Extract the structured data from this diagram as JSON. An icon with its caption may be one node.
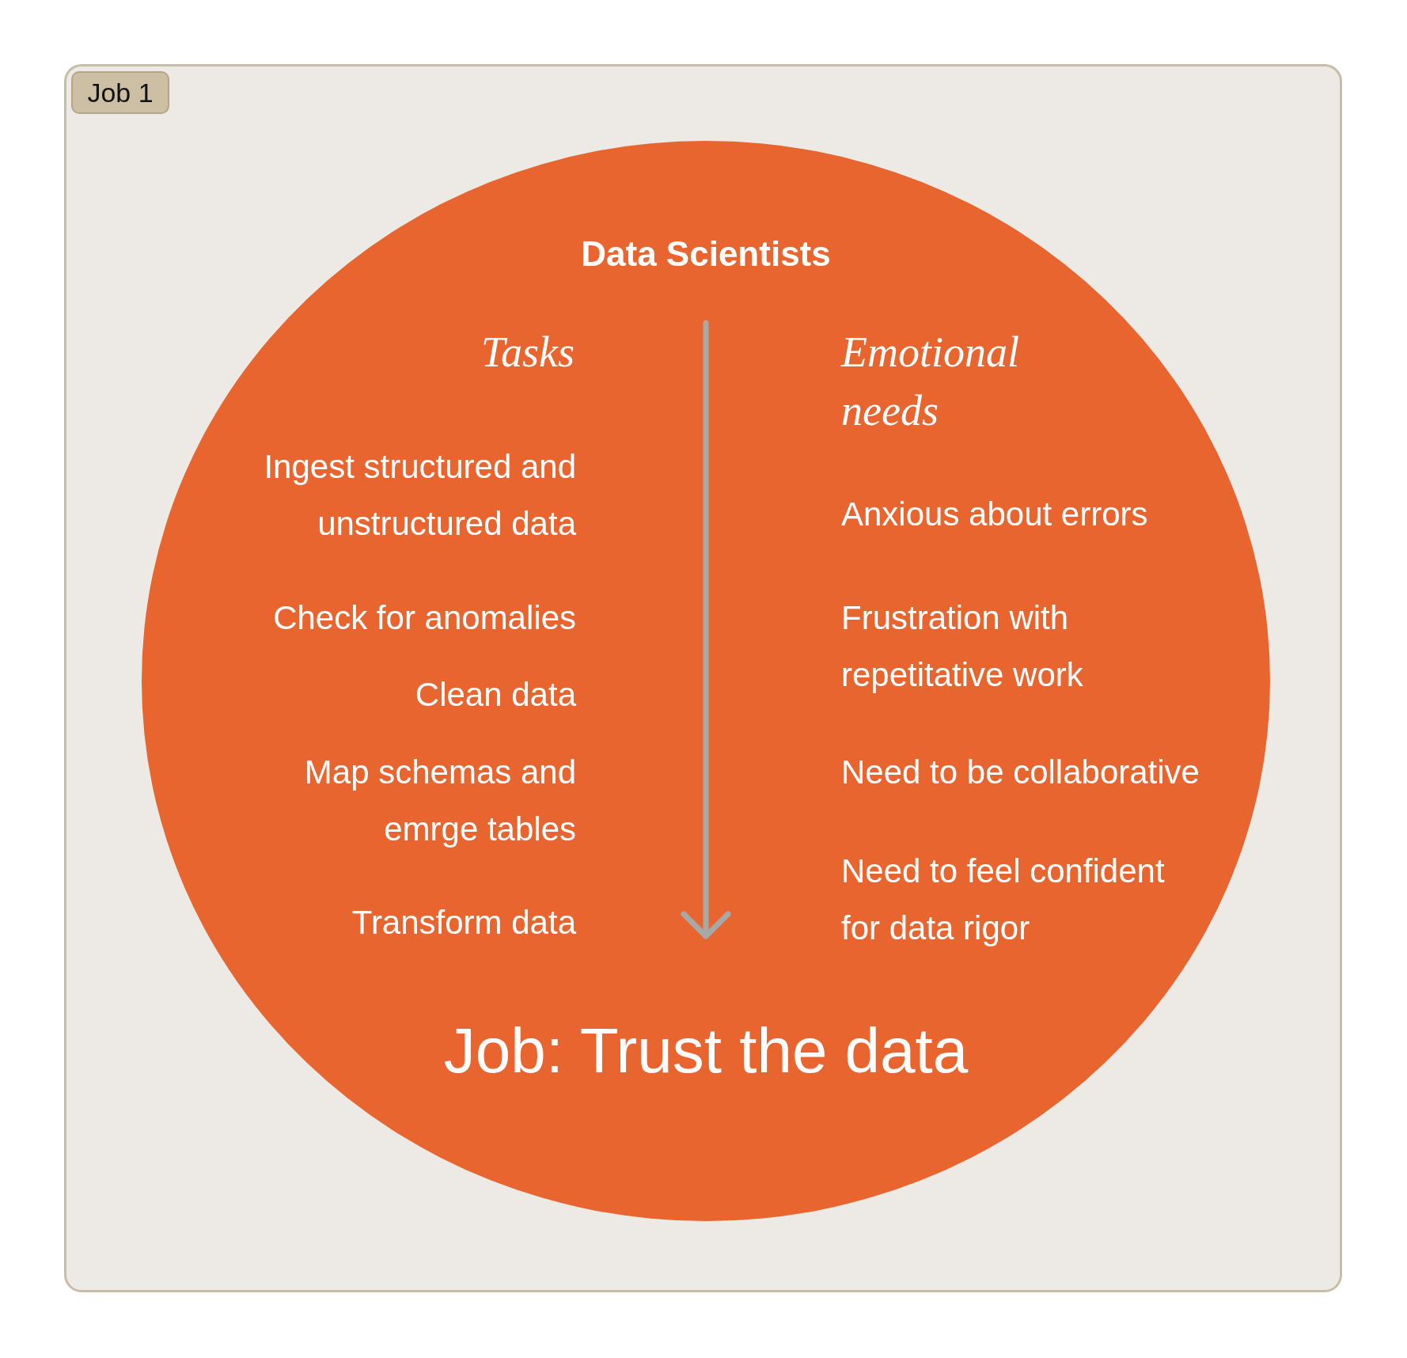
{
  "diagram": {
    "nodes": [
      {
        "text": [],
        "shape": "box"
      },
      {
        "text": [
          "Job 1"
        ],
        "in": 0
      },
      {
        "text": [
          "Data Scientists",
          "Tasks",
          "Emotional needs",
          "Ingest structured and unstructured data",
          "Check for anomalies",
          "Clean data",
          "Map schemas and emrge tables",
          "Transform data",
          "Anxious about errors",
          "Frustration with repetitative work",
          "Need to be collaborative",
          "Need to feel confident for data rigor",
          "Job: Trust the data"
        ],
        "in": 0
      }
    ]
  }
}
